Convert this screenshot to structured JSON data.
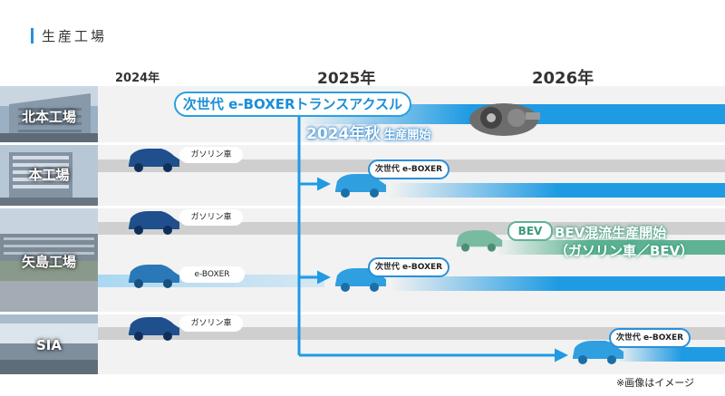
{
  "header": {
    "title": "生産工場"
  },
  "years": [
    "2024年",
    "2025年",
    "2026年"
  ],
  "plants": [
    {
      "name": "北本工場"
    },
    {
      "name": "本工場"
    },
    {
      "name": "矢島工場"
    },
    {
      "name": "SIA"
    }
  ],
  "labels": {
    "next_ebox_transaxle": "次世代 e-BOXERトランスアクスル",
    "autumn_start_main": "2024年秋",
    "autumn_start_sub": "生産開始",
    "gasoline": "ガソリン車",
    "ebox": "e-BOXER",
    "next_ebox": "次世代 e-BOXER",
    "bev": "BEV",
    "bev_mix_line1": "BEV混流生産開始",
    "bev_mix_line2": "（ガソリン車／BEV）"
  },
  "footnote": "※画像はイメージ",
  "colors": {
    "accent_blue": "#1f9be3",
    "bev_green": "#5fb394",
    "gray_lane": "#cfcfcf"
  }
}
